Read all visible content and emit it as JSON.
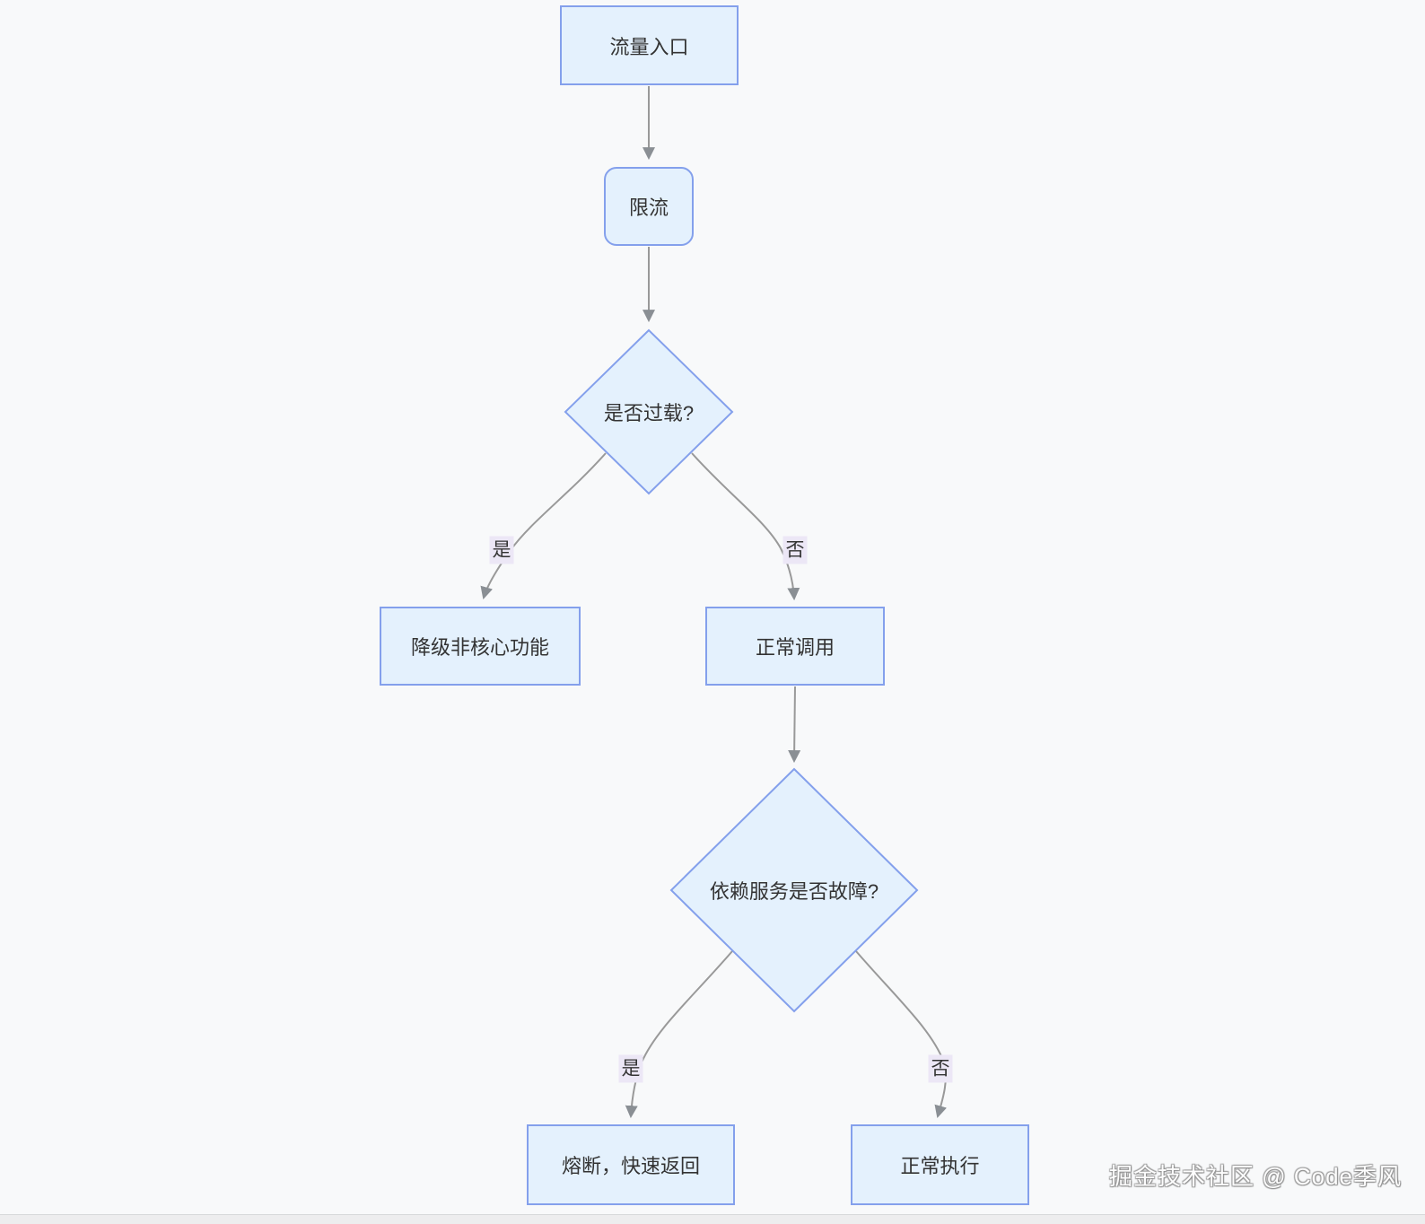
{
  "diagram": {
    "type": "flowchart",
    "nodes": {
      "entry": {
        "label": "流量入口",
        "shape": "rect"
      },
      "rate_limit": {
        "label": "限流",
        "shape": "rounded-rect"
      },
      "overload_decision": {
        "label": "是否过载?",
        "shape": "diamond"
      },
      "degrade": {
        "label": "降级非核心功能",
        "shape": "rect"
      },
      "normal_call": {
        "label": "正常调用",
        "shape": "rect"
      },
      "dependency_decision": {
        "label": "依赖服务是否故障?",
        "shape": "diamond"
      },
      "circuit_break": {
        "label": "熔断，快速返回",
        "shape": "rect"
      },
      "normal_exec": {
        "label": "正常执行",
        "shape": "rect"
      }
    },
    "edges": [
      {
        "from": "entry",
        "to": "rate_limit",
        "label": ""
      },
      {
        "from": "rate_limit",
        "to": "overload_decision",
        "label": ""
      },
      {
        "from": "overload_decision",
        "to": "degrade",
        "label": "是"
      },
      {
        "from": "overload_decision",
        "to": "normal_call",
        "label": "否"
      },
      {
        "from": "normal_call",
        "to": "dependency_decision",
        "label": ""
      },
      {
        "from": "dependency_decision",
        "to": "circuit_break",
        "label": "是"
      },
      {
        "from": "dependency_decision",
        "to": "normal_exec",
        "label": "否"
      }
    ],
    "edge_labels": {
      "overload_yes": "是",
      "overload_no": "否",
      "dependency_yes": "是",
      "dependency_no": "否"
    },
    "colors": {
      "background": "#f8f9fa",
      "node_fill": "#e4f1fd",
      "node_border": "#84a0ec",
      "edge_line": "#999999",
      "arrowhead": "#8a8f94",
      "edge_label_bg": "#ece7f6",
      "text": "#333333"
    }
  },
  "watermark": {
    "text": "掘金技术社区 @ Code季风"
  }
}
